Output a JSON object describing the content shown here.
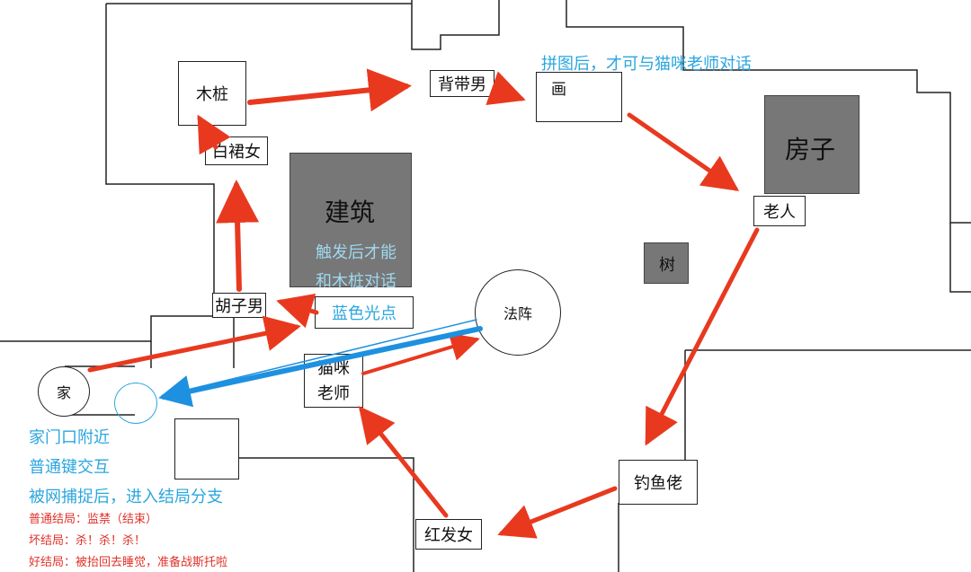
{
  "nodes": {
    "muzhuang": "木桩",
    "beidainan": "背带男",
    "hua": "画",
    "baiqunnv": "白裙女",
    "jianzhu": "建筑",
    "fangzi": "房子",
    "laoren": "老人",
    "shu": "树",
    "huzinan": "胡子男",
    "lanseguangdian": "蓝色光点",
    "fazhen": "法阵",
    "jia": "家",
    "maomi": "猫咪",
    "laoshi": "老师",
    "diaoyulao": "钓鱼佬",
    "hongfanv": "红发女"
  },
  "notes": {
    "puzzle": "拼图后，才可与猫咪老师对话",
    "trigger_line1": "触发后才能",
    "trigger_line2": "和木桩对话",
    "home_line1": "家门口附近",
    "home_line2": "普通键交互",
    "home_line3": "被网捕捉后，进入结局分支",
    "ending_normal": "普通结局：监禁（结束）",
    "ending_bad": "坏结局：杀！杀！杀！",
    "ending_good": "好结局：被抬回去睡觉，准备战斯托啦"
  },
  "colors": {
    "red_arrow": "#e8391f",
    "blue_arrow": "#1e90e0",
    "blue_text": "#2aa6df",
    "red_text": "#e0322a",
    "gray_block": "#777777"
  }
}
